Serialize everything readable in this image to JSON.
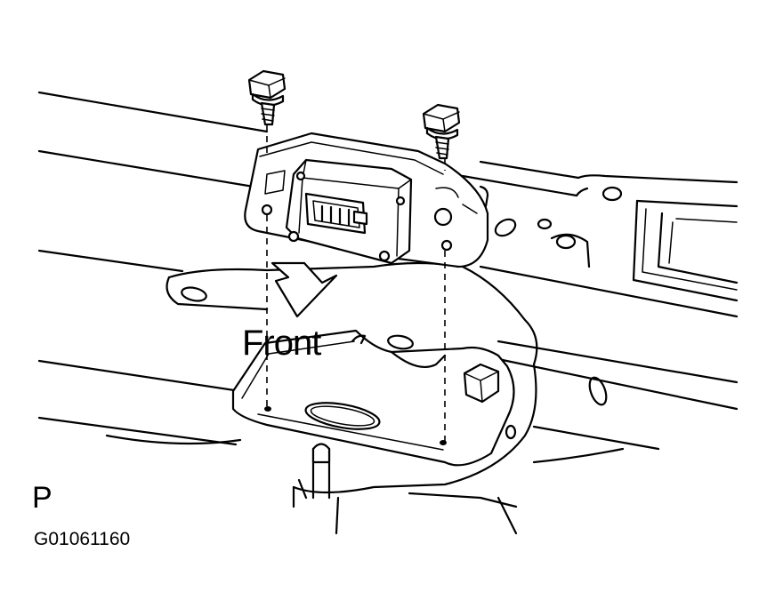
{
  "diagram": {
    "front_label": "Front",
    "view_letter": "P",
    "figure_code": "G01061160"
  },
  "icons": {
    "front_arrow": "front-direction-arrow-icon",
    "bolt": "bolt-icon",
    "sensor": "airbag-sensor-icon",
    "bracket": "mounting-bracket-icon"
  }
}
